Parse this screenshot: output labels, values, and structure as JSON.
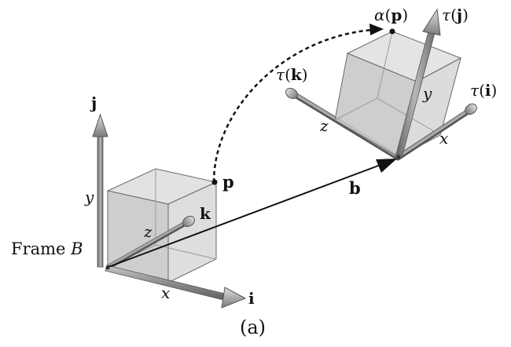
{
  "labels": {
    "frame_b": "Frame B",
    "frame_b_prefix": "Frame ",
    "frame_b_var": "B",
    "source_axes": {
      "x": "x",
      "y": "y",
      "z": "z",
      "i": "i",
      "j": "j",
      "k": "k"
    },
    "point_p": "p",
    "translation_b": "b",
    "mapped_point": "α(p)",
    "mapped_point_parts": {
      "alpha": "α",
      "open": "(",
      "p": "p",
      "close": ")"
    },
    "transformed_axes": {
      "tau_i": "τ(i)",
      "tau_j": "τ(j)",
      "tau_k": "τ(k)",
      "tau": "τ",
      "i": "i",
      "j": "j",
      "k": "k",
      "x": "x",
      "y": "y",
      "z": "z"
    },
    "caption": "(a)"
  },
  "colors": {
    "cube_face": "#d2d2d2",
    "cube_edge": "#6a6a6a",
    "axis_shaft": "#8a8a8a",
    "text": "#111111",
    "background": "#ffffff"
  }
}
